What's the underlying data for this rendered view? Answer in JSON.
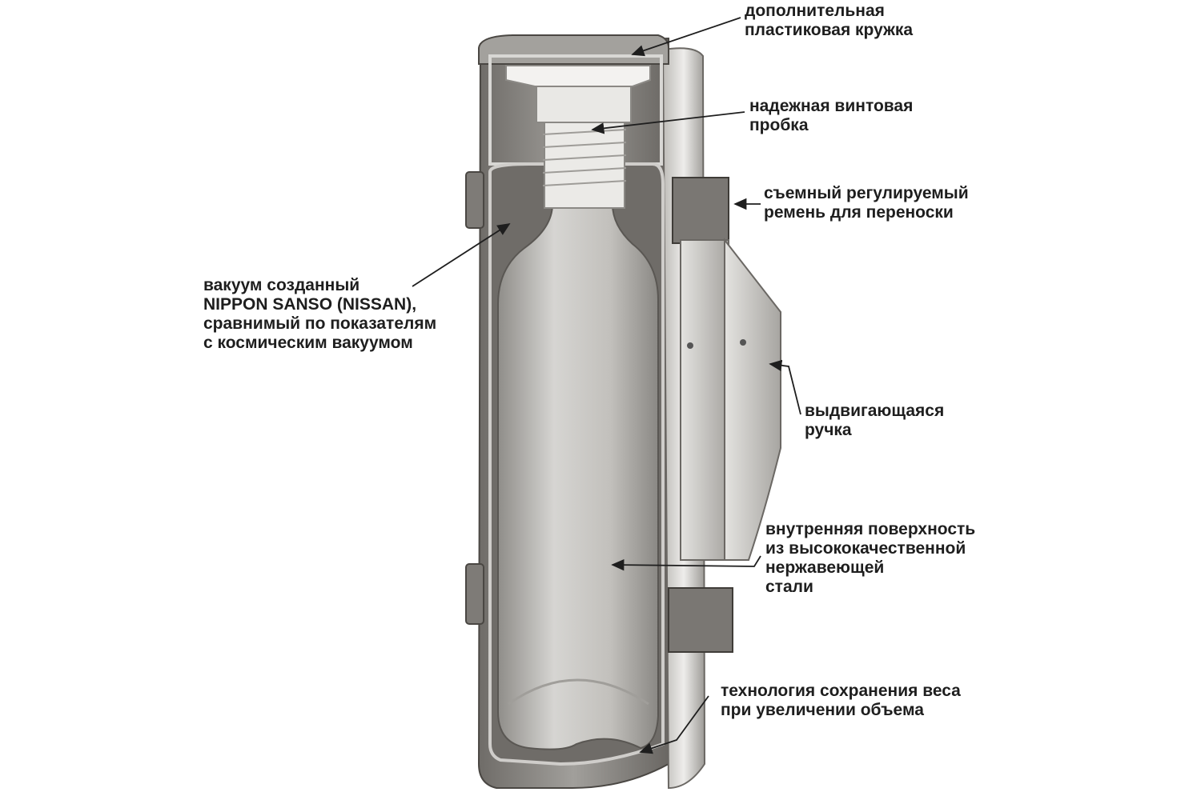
{
  "colors": {
    "text": "#1e1e1e",
    "shell": "#8c8a86",
    "shell_dark": "#55524e",
    "steel_light": "#e6e5e2",
    "steel_mid": "#b3b1ad",
    "cap": "#efeeec"
  },
  "labels": {
    "cup": [
      "дополнительная",
      "пластиковая кружка"
    ],
    "stopper": [
      "надежная винтовая",
      "пробка"
    ],
    "strap": [
      "съемный регулируемый",
      "ремень для переноски"
    ],
    "vacuum": [
      "вакуум созданный",
      "NIPPON SANSO (NISSAN),",
      "сравнимый по показателям",
      "с космическим вакуумом"
    ],
    "handle": [
      "выдвигающаяся",
      "ручка"
    ],
    "steel": [
      "внутренняя поверхность",
      "из высококачественной",
      "нержавеющей",
      "стали"
    ],
    "weight": [
      "технология сохранения веса",
      "при увеличении объема"
    ]
  }
}
